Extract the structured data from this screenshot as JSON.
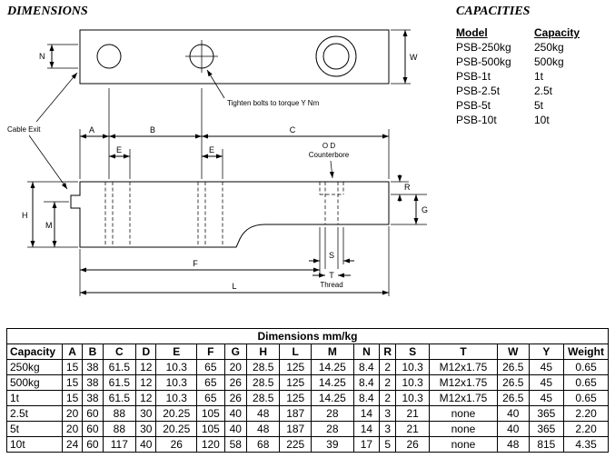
{
  "headings": {
    "dimensions": "DIMENSIONS",
    "capacities": "CAPACITIES"
  },
  "capacities": {
    "headers": {
      "model": "Model",
      "capacity": "Capacity"
    },
    "rows": [
      {
        "model": "PSB-250kg",
        "capacity": "250kg"
      },
      {
        "model": "PSB-500kg",
        "capacity": "500kg"
      },
      {
        "model": "PSB-1t",
        "capacity": "1t"
      },
      {
        "model": "PSB-2.5t",
        "capacity": "2.5t"
      },
      {
        "model": "PSB-5t",
        "capacity": "5t"
      },
      {
        "model": "PSB-10t",
        "capacity": "10t"
      }
    ]
  },
  "drawing": {
    "a": "A",
    "b": "B",
    "c": "C",
    "e1": "E",
    "e2": "E",
    "n": "N",
    "w": "W",
    "h": "H",
    "m": "M",
    "f": "F",
    "l": "L",
    "g": "G",
    "r": "R",
    "s": "S",
    "t": "T",
    "thread": "Thread",
    "counterbore_line1": "O D",
    "counterbore_line2": "Counterbore",
    "cable_exit": "Cable Exit",
    "torque_note": "Tighten bolts to torque Y Nm"
  },
  "dims": {
    "title": "Dimensions mm/kg",
    "columns": [
      "Capacity",
      "A",
      "B",
      "C",
      "D",
      "E",
      "F",
      "G",
      "H",
      "L",
      "M",
      "N",
      "R",
      "S",
      "T",
      "W",
      "Y",
      "Weight"
    ],
    "rows": [
      [
        "250kg",
        "15",
        "38",
        "61.5",
        "12",
        "10.3",
        "65",
        "20",
        "28.5",
        "125",
        "14.25",
        "8.4",
        "2",
        "10.3",
        "M12x1.75",
        "26.5",
        "45",
        "0.65"
      ],
      [
        "500kg",
        "15",
        "38",
        "61.5",
        "12",
        "10.3",
        "65",
        "26",
        "28.5",
        "125",
        "14.25",
        "8.4",
        "2",
        "10.3",
        "M12x1.75",
        "26.5",
        "45",
        "0.65"
      ],
      [
        "1t",
        "15",
        "38",
        "61.5",
        "12",
        "10.3",
        "65",
        "26",
        "28.5",
        "125",
        "14.25",
        "8.4",
        "2",
        "10.3",
        "M12x1.75",
        "26.5",
        "45",
        "0.65"
      ],
      [
        "2.5t",
        "20",
        "60",
        "88",
        "30",
        "20.25",
        "105",
        "40",
        "48",
        "187",
        "28",
        "14",
        "3",
        "21",
        "none",
        "40",
        "365",
        "2.20"
      ],
      [
        "5t",
        "20",
        "60",
        "88",
        "30",
        "20.25",
        "105",
        "40",
        "48",
        "187",
        "28",
        "14",
        "3",
        "21",
        "none",
        "40",
        "365",
        "2.20"
      ],
      [
        "10t",
        "24",
        "60",
        "117",
        "40",
        "26",
        "120",
        "58",
        "68",
        "225",
        "39",
        "17",
        "5",
        "26",
        "none",
        "48",
        "815",
        "4.35"
      ]
    ]
  }
}
